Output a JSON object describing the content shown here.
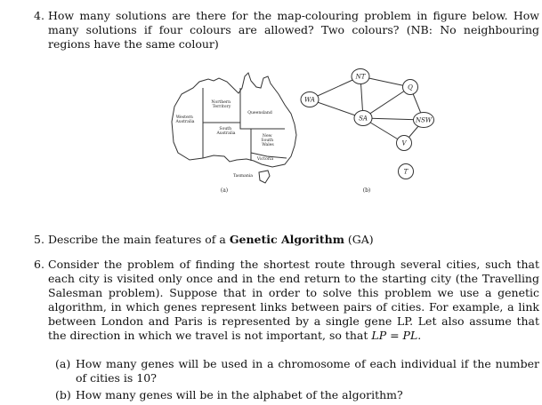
{
  "q4": {
    "number": "4.",
    "text": "How many solutions are there for the map-colouring problem in figure below. How many solutions if four colours are allowed? Two colours? (NB: No neighbouring regions have the same colour)"
  },
  "figure": {
    "map": {
      "regions": [
        {
          "name": "northern_territory",
          "label_lines": [
            "Northern",
            "Territory"
          ]
        },
        {
          "name": "queensland",
          "label_lines": [
            "Queensland"
          ]
        },
        {
          "name": "western_australia",
          "label_lines": [
            "Western",
            "Australia"
          ]
        },
        {
          "name": "south_australia",
          "label_lines": [
            "South",
            "Australia"
          ]
        },
        {
          "name": "new_south_wales",
          "label_lines": [
            "New",
            "South",
            "Wales"
          ]
        },
        {
          "name": "victoria",
          "label_lines": [
            "Victoria"
          ]
        },
        {
          "name": "tasmania",
          "label_lines": [
            "Tasmania"
          ]
        }
      ],
      "caption": "(a)"
    },
    "graph": {
      "nodes": [
        "WA",
        "NT",
        "Q",
        "SA",
        "NSW",
        "V",
        "T"
      ],
      "edges": [
        [
          "WA",
          "NT"
        ],
        [
          "WA",
          "SA"
        ],
        [
          "NT",
          "SA"
        ],
        [
          "NT",
          "Q"
        ],
        [
          "SA",
          "Q"
        ],
        [
          "SA",
          "NSW"
        ],
        [
          "Q",
          "NSW"
        ],
        [
          "SA",
          "V"
        ],
        [
          "NSW",
          "V"
        ]
      ],
      "caption": "(b)"
    }
  },
  "q5": {
    "number": "5.",
    "pre": "Describe the main features of a ",
    "bold": "Genetic Algorithm",
    "post": " (GA)"
  },
  "q6": {
    "number": "6.",
    "text": "Consider the problem of finding the shortest route through several cities, such that each city is visited only once and in the end return to the starting city (the Travelling Salesman problem). Suppose that in order to solve this problem we use a genetic algorithm, in which genes represent links between pairs of cities. For example, a link between London and Paris is represented by a single gene LP. Let also assume that the direction in which we travel is not important, so that",
    "formula_lhs": "LP",
    "formula_eq": " = ",
    "formula_rhs": "PL",
    "formula_end": "."
  },
  "q6a": {
    "label": "(a)",
    "text": "How many genes will be used in a chromosome of each individual if the number of cities is 10?"
  },
  "q6b": {
    "label": "(b)",
    "text": "How many genes will be in the alphabet of the algorithm?"
  }
}
